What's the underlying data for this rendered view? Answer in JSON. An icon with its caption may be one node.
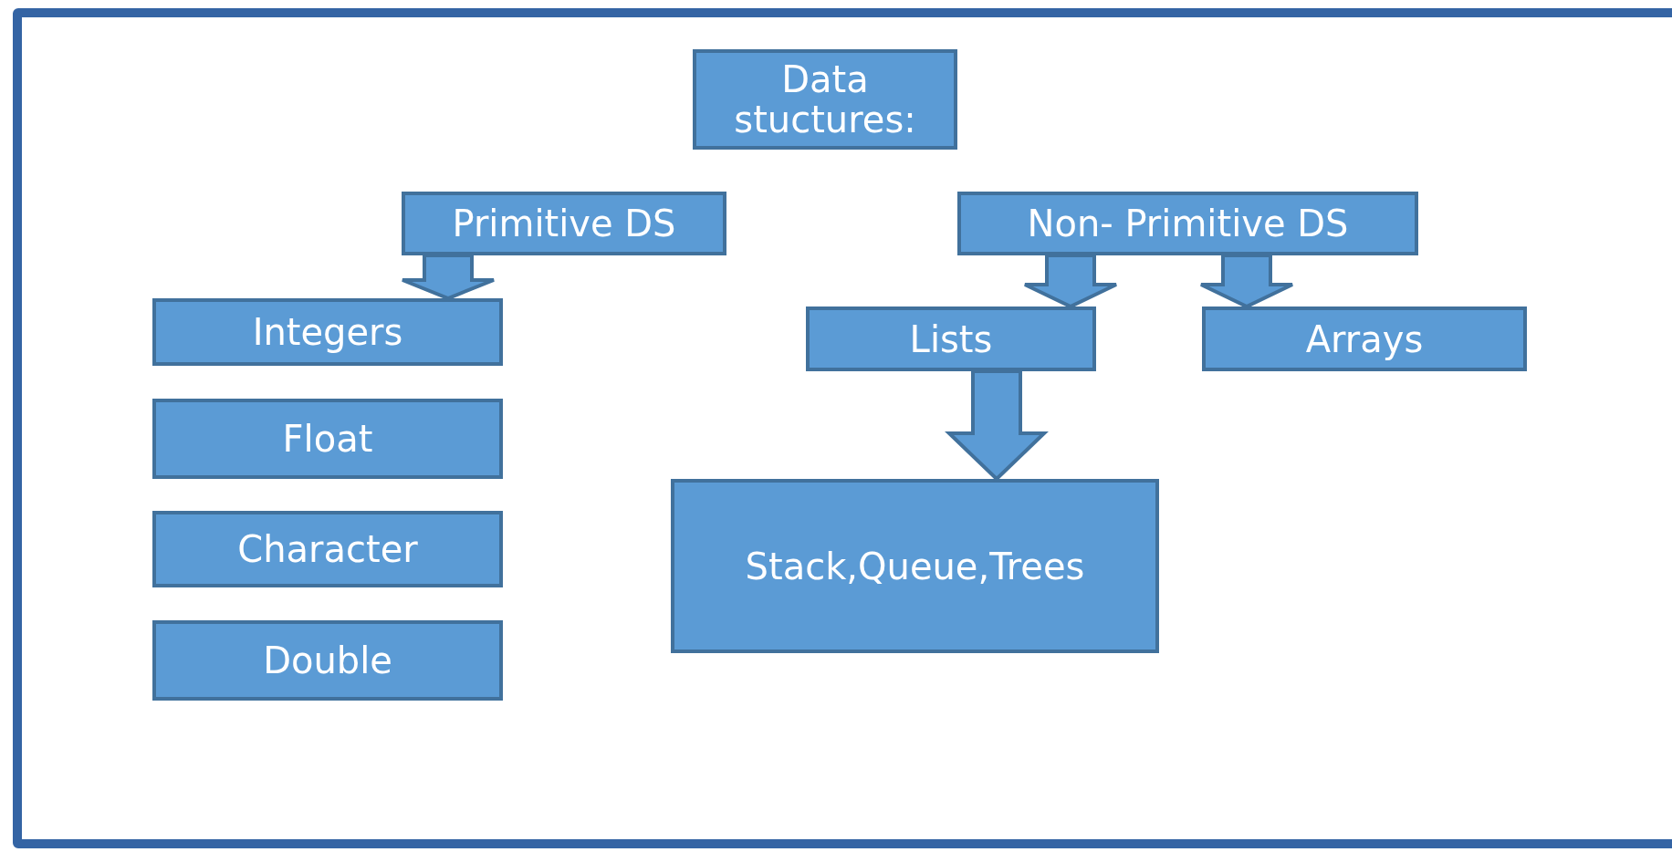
{
  "diagram": {
    "nodes": [
      {
        "text": [
          "Data stuctures:"
        ]
      },
      {
        "text": [
          "Primitive DS"
        ]
      },
      {
        "text": [
          "Non- Primitive DS"
        ]
      },
      {
        "text": [
          "Integers"
        ]
      },
      {
        "text": [
          "Float"
        ]
      },
      {
        "text": [
          "Character"
        ]
      },
      {
        "text": [
          "Double"
        ]
      },
      {
        "text": [
          "Lists"
        ]
      },
      {
        "text": [
          "Arrays"
        ]
      },
      {
        "text": [
          "Stack,Queue,Trees"
        ]
      }
    ],
    "edges": [
      {
        "from": 1,
        "to": 3,
        "arrow": "to"
      },
      {
        "from": 2,
        "to": 7,
        "arrow": "to"
      },
      {
        "from": 2,
        "to": 8,
        "arrow": "to"
      },
      {
        "from": 7,
        "to": 9,
        "arrow": "to"
      }
    ]
  }
}
